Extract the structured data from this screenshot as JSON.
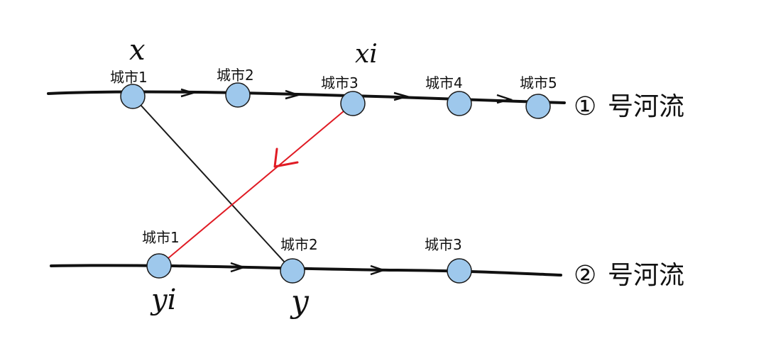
{
  "colors": {
    "node_fill": "#9ec8ec",
    "node_stroke": "#1a1a1a",
    "river": "#111111",
    "black_link": "#1a1a1a",
    "red_link": "#e01b24"
  },
  "river1": {
    "marker": "①",
    "name": "号河流",
    "cities": [
      "城市1",
      "城市2",
      "城市3",
      "城市4",
      "城市5"
    ],
    "var_x": "x",
    "var_xi": "xi"
  },
  "river2": {
    "marker": "②",
    "name": "号河流",
    "cities": [
      "城市1",
      "城市2",
      "城市3"
    ],
    "var_yi": "yi",
    "var_y": "y"
  }
}
